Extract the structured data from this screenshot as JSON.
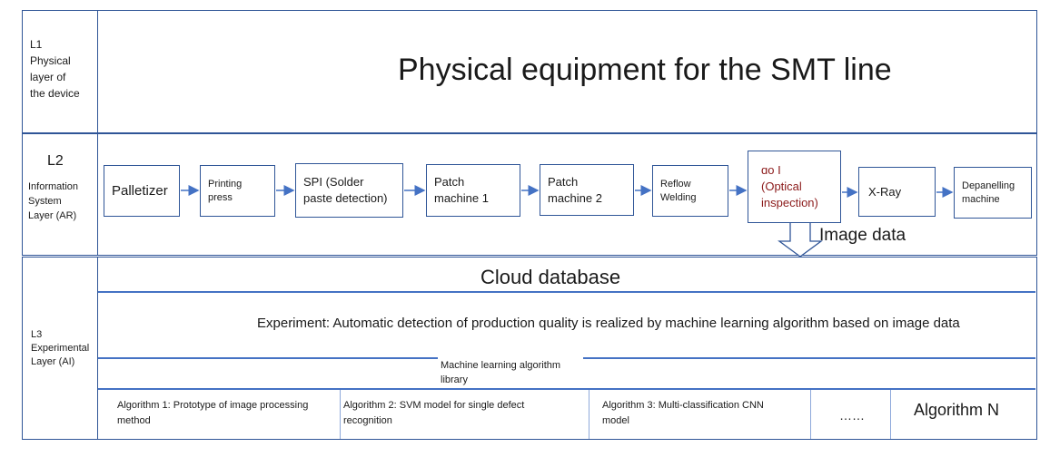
{
  "layers": {
    "l1": {
      "code": "L1",
      "line2": "Physical",
      "line3": "layer of",
      "line4": "the device",
      "title": "Physical equipment for the SMT line"
    },
    "l2": {
      "code": "L2",
      "line2": "Information",
      "line3": "System",
      "line4": "Layer (AR)"
    },
    "l3": {
      "code": "L3",
      "line2": "Experimental",
      "line3": "Layer (AI)"
    }
  },
  "process": [
    {
      "line1": "Palletizer"
    },
    {
      "line1": "Printing",
      "line2": "press"
    },
    {
      "line1": "SPI (Solder",
      "line2": "paste detection)"
    },
    {
      "line1": "Patch",
      "line2": "machine 1"
    },
    {
      "line1": "Patch",
      "line2": "machine 2"
    },
    {
      "line1": "Reflow",
      "line2": "Welding"
    },
    {
      "line1": "ɑo I",
      "line2": "(Optical",
      "line3": "inspection)"
    },
    {
      "line1": "X-Ray"
    },
    {
      "line1": "Depanelling",
      "line2": "machine"
    }
  ],
  "image_data_label": "Image data",
  "cloud_database": "Cloud database",
  "experiment": "Experiment: Automatic detection of production quality is realized by machine learning algorithm based on image data",
  "library": {
    "line1": "Machine learning algorithm",
    "line2": "library"
  },
  "algorithms": [
    {
      "line1": "Algorithm 1: Prototype of image processing",
      "line2": "method"
    },
    {
      "line1": "Algorithm 2: SVM model for single defect",
      "line2": "recognition"
    },
    {
      "line1": "Algorithm 3: Multi-classification CNN",
      "line2": "model"
    },
    {
      "line1": "……"
    },
    {
      "line1": "Algorithm N"
    }
  ],
  "colors": {
    "frame": "#2f5597",
    "divider": "#4472c4",
    "aoi_text": "#8b1a1a",
    "arrow": "#4472c4"
  }
}
